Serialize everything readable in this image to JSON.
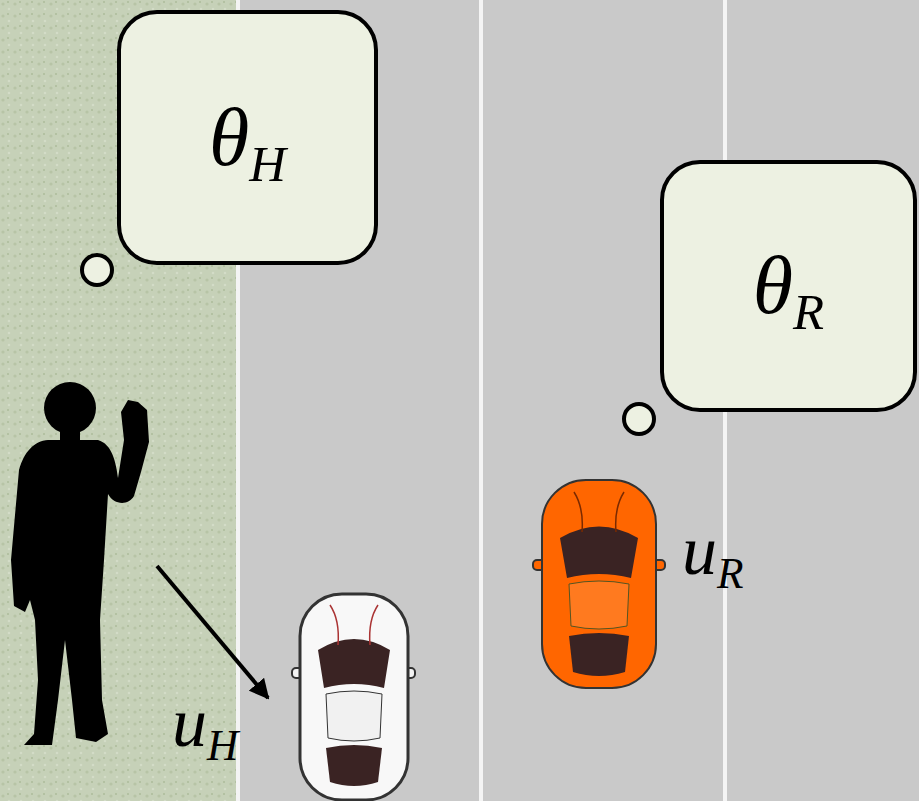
{
  "diagram": {
    "nodes": [
      {
        "text": [
          "θH"
        ]
      },
      {
        "text": [
          "θR"
        ]
      }
    ],
    "labels": [
      "uH",
      "uR"
    ]
  }
}
